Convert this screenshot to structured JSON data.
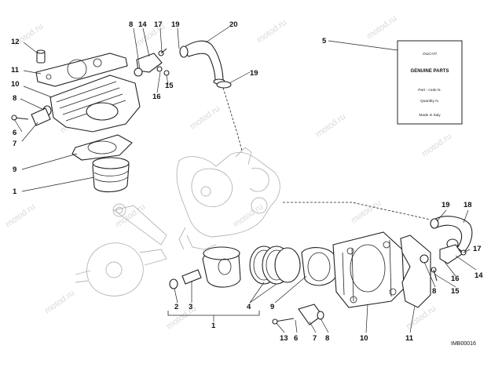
{
  "watermark": "motod.ru",
  "part_label": {
    "brand": "DUCATI",
    "title": "GENUINE PARTS",
    "part_code": "Part - code N.",
    "quantity": "Quantity N.",
    "origin": "Made in Italy"
  },
  "drawing_code": "IMB00016",
  "callouts": {
    "c1": "1",
    "c1b": "1",
    "c2": "2",
    "c3": "3",
    "c4": "4",
    "c5": "5",
    "c6": "6",
    "c7": "7",
    "c7b": "7",
    "c8": "8",
    "c8b": "8",
    "c8c": "8",
    "c8d": "8",
    "c9": "9",
    "c9b": "9",
    "c10": "10",
    "c10b": "10",
    "c11": "11",
    "c11b": "11",
    "c12": "12",
    "c13": "13",
    "c14": "14",
    "c14b": "14",
    "c15": "15",
    "c15b": "15",
    "c16": "16",
    "c16b": "16",
    "c17": "17",
    "c17b": "17",
    "c18": "18",
    "c19": "19",
    "c19b": "19",
    "c19c": "19",
    "c20": "20"
  }
}
